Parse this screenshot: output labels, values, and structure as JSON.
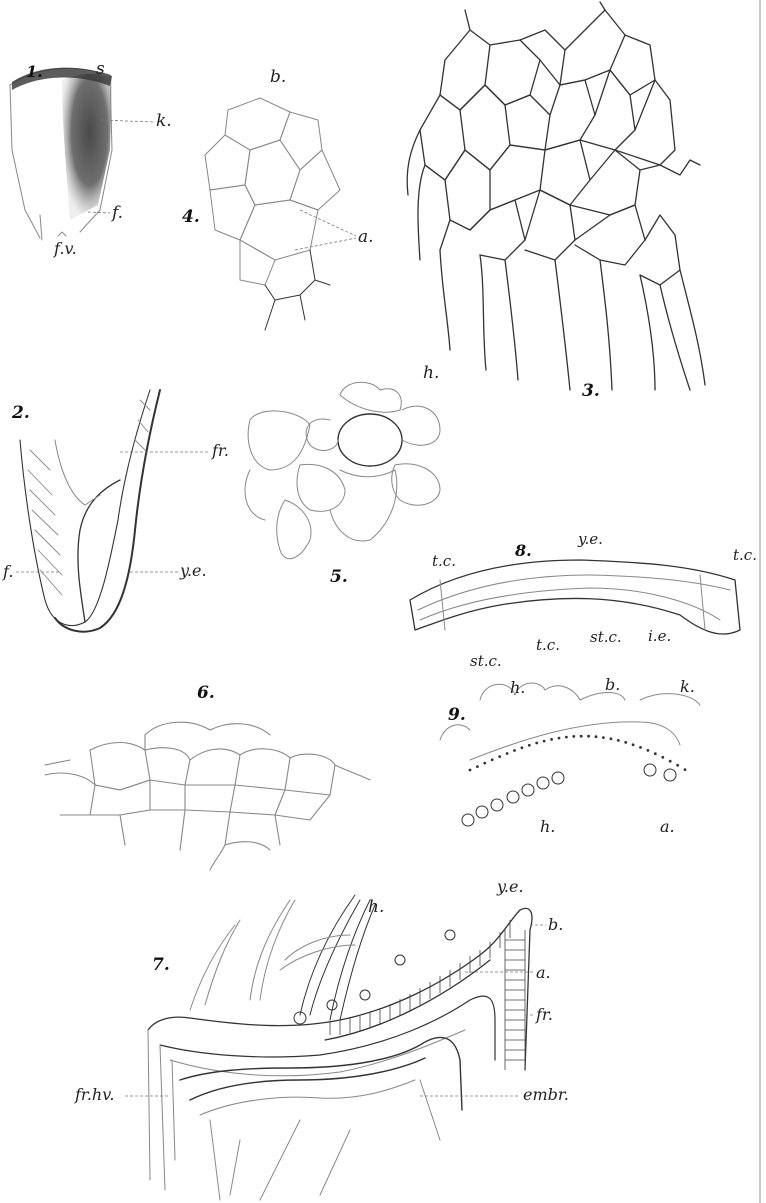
{
  "figures": {
    "fig1": {
      "number": "1.",
      "labels": {
        "s": "s",
        "k": "k.",
        "f": "f.",
        "fv": "f.v."
      }
    },
    "fig2": {
      "number": "2.",
      "labels": {
        "fr": "fr.",
        "f": "f.",
        "ye": "y.e."
      }
    },
    "fig3": {
      "number": "3."
    },
    "fig4": {
      "number": "4.",
      "labels": {
        "b": "b.",
        "a": "a."
      }
    },
    "fig5": {
      "number": "5.",
      "labels": {
        "h": "h."
      }
    },
    "fig6": {
      "number": "6."
    },
    "fig7": {
      "number": "7.",
      "labels": {
        "h": "h.",
        "ye": "y.e.",
        "b": "b.",
        "a": "a.",
        "fr": "fr.",
        "frhv": "fr.hv.",
        "embr": "embr."
      }
    },
    "fig8": {
      "number": "8.",
      "labels": {
        "tc_left": "t.c.",
        "ye": "y.e.",
        "tc_right": "t.c.",
        "stc_left": "st.c.",
        "tc_mid": "t.c.",
        "stc_mid": "st.c.",
        "ie": "i.e."
      }
    },
    "fig9": {
      "number": "9.",
      "labels": {
        "h_top": "h.",
        "b": "b.",
        "k": "k.",
        "h_bottom": "h.",
        "a": "a."
      }
    }
  }
}
